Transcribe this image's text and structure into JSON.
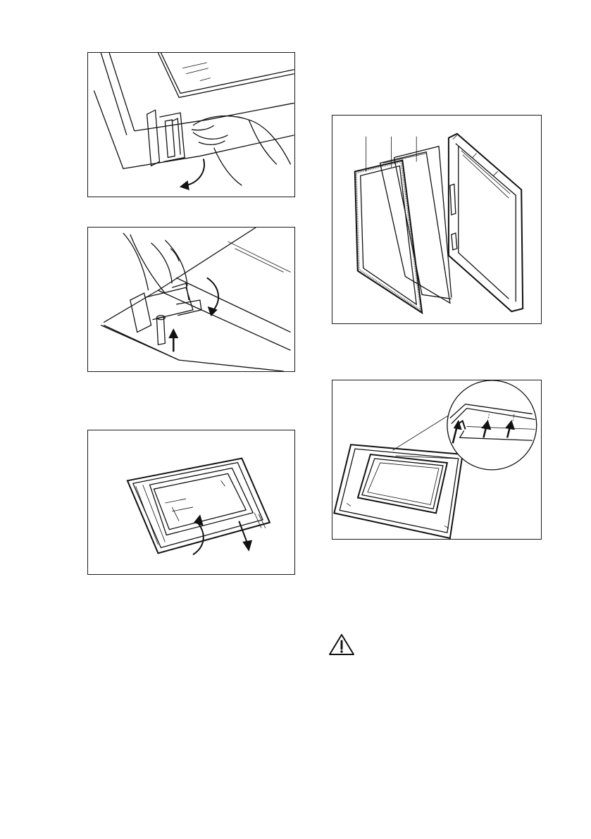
{
  "page": {
    "figures": [
      {
        "icon": "door-hinge-release-illustration"
      },
      {
        "icon": "door-hinge-lock-illustration"
      },
      {
        "icon": "door-panel-lift-illustration"
      },
      {
        "icon": "glass-panels-exploded-illustration"
      },
      {
        "icon": "glass-panel-insert-detail-illustration"
      }
    ],
    "warning": {
      "icon": "warning-triangle-icon"
    }
  }
}
